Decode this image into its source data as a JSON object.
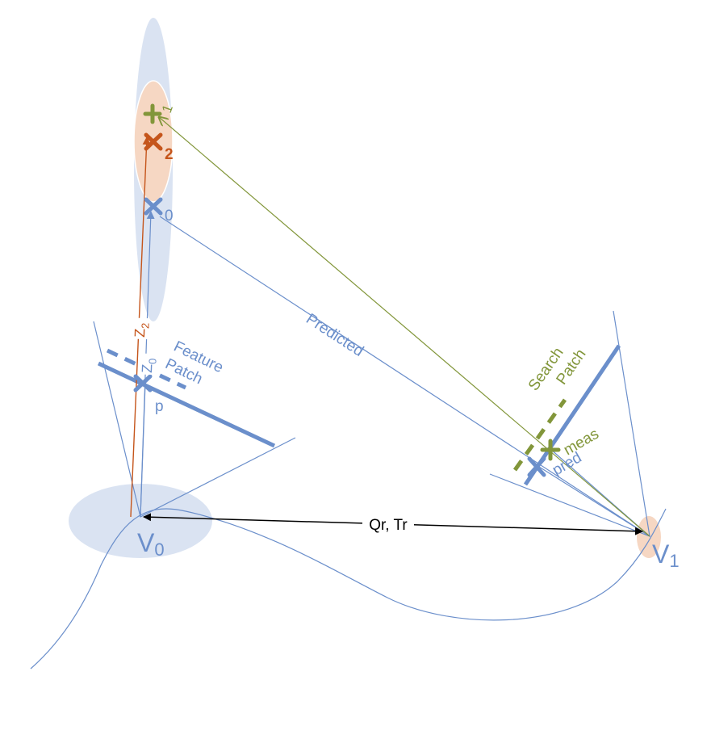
{
  "colors": {
    "blue": "#6b8fcb",
    "blue_fill": "#dae3f2",
    "orange": "#c5551b",
    "orange_fill": "#f6d7c3",
    "green": "#82963a",
    "black": "#000000"
  },
  "labels": {
    "feature_patch_line1": "Feature",
    "feature_patch_line2": "Patch",
    "search_patch_line1": "Search",
    "search_patch_line2": "Patch",
    "predicted": "Predicted",
    "meas": "meas",
    "pred": "pred",
    "p": "p",
    "v0_main": "V",
    "v0_sub": "0",
    "v1_main": "V",
    "v1_sub": "1",
    "baseline": "Qr, Tr",
    "z2_main": "Z",
    "z2_sub": "2",
    "z0_main": "Z",
    "z0_sub": "0",
    "x0_sub": "0",
    "x1_sub": "1",
    "x2_sub": "2"
  }
}
